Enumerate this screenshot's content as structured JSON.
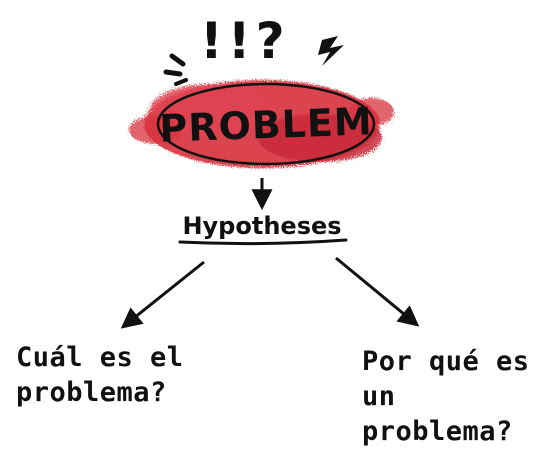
{
  "header": {
    "marks": "!!?"
  },
  "center": {
    "title": "PROBLEM",
    "subtitle": "Hypotheses"
  },
  "left_question": {
    "line1": "Cuál es el",
    "line2": "problema?"
  },
  "right_question": {
    "line1": "Por qué es",
    "line2": "un",
    "line3": "problema?"
  },
  "colors": {
    "highlight": "#d8333f",
    "ink": "#111111"
  }
}
